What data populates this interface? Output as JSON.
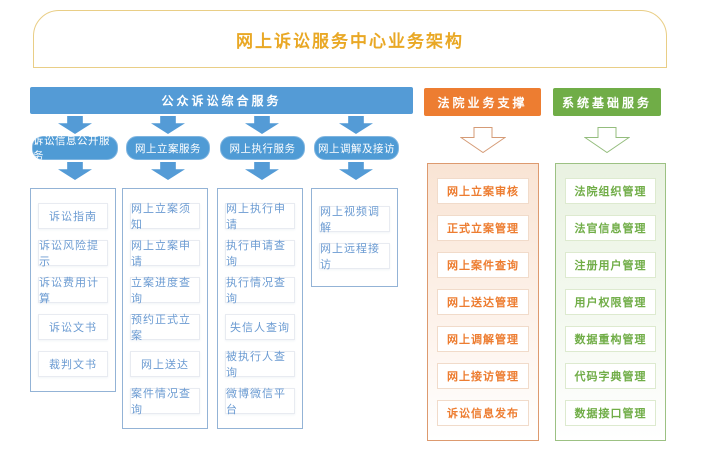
{
  "title": "网上诉讼服务中心业务架构",
  "public": {
    "header": "公众诉讼综合服务",
    "columns": [
      {
        "title": "诉讼信息公开服务",
        "items": [
          "诉讼指南",
          "诉讼风险提示",
          "诉讼费用计算",
          "诉讼文书",
          "裁判文书"
        ]
      },
      {
        "title": "网上立案服务",
        "items": [
          "网上立案须知",
          "网上立案申请",
          "立案进度查询",
          "预约正式立案",
          "网上送达",
          "案件情况查询"
        ]
      },
      {
        "title": "网上执行服务",
        "items": [
          "网上执行申请",
          "执行申请查询",
          "执行情况查询",
          "失信人查询",
          "被执行人查询",
          "微博微信平台"
        ]
      },
      {
        "title": "网上调解及接访",
        "items": [
          "网上视频调解",
          "网上远程接访"
        ]
      }
    ]
  },
  "court": {
    "header": "法院业务支撑",
    "items": [
      "网上立案审核",
      "正式立案管理",
      "网上案件查询",
      "网上送达管理",
      "网上调解管理",
      "网上接访管理",
      "诉讼信息发布"
    ]
  },
  "system": {
    "header": "系统基础服务",
    "items": [
      "法院组织管理",
      "法官信息管理",
      "注册用户管理",
      "用户权限管理",
      "数据重构管理",
      "代码字典管理",
      "数据接口管理"
    ]
  },
  "colors": {
    "blue": "#549bd6",
    "orange": "#ed7d31",
    "green": "#70ad47",
    "title_gold": "#e9a825",
    "title_border_gold": "#e9ce86"
  }
}
